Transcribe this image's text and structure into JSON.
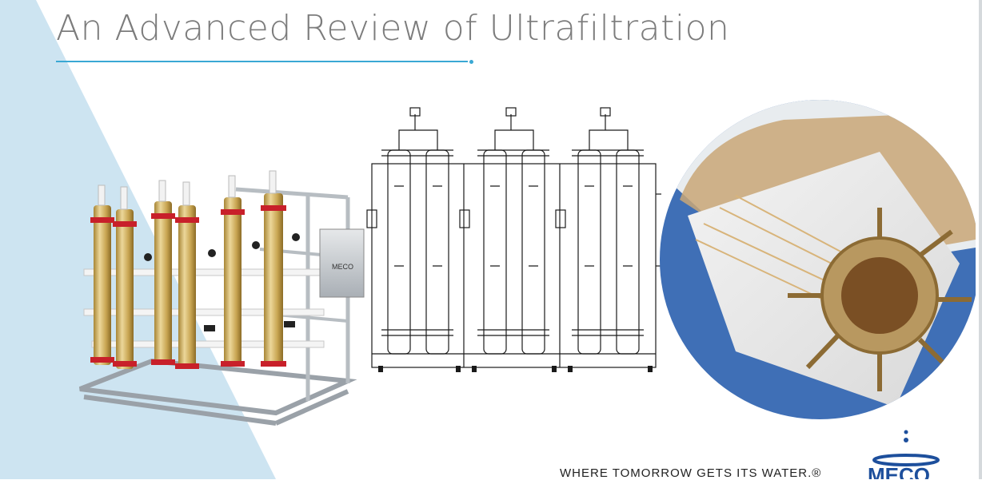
{
  "slide": {
    "title": "An Advanced Review of Ultrafiltration",
    "tagline": "WHERE TOMORROW GETS ITS WATER.®",
    "logo_text": "MECO",
    "skid_label": "MECO"
  },
  "colors": {
    "title": "#7c7c7c",
    "accent": "#3aa8d4",
    "background_triangle": "#cde4f1",
    "membrane_housing": "#d6b873",
    "flange_red": "#c8202a",
    "module_background": "#3f6fb6",
    "logo_blue": "#1d4f9c"
  },
  "icons": {
    "logo": "meco-water-drop-logo"
  }
}
